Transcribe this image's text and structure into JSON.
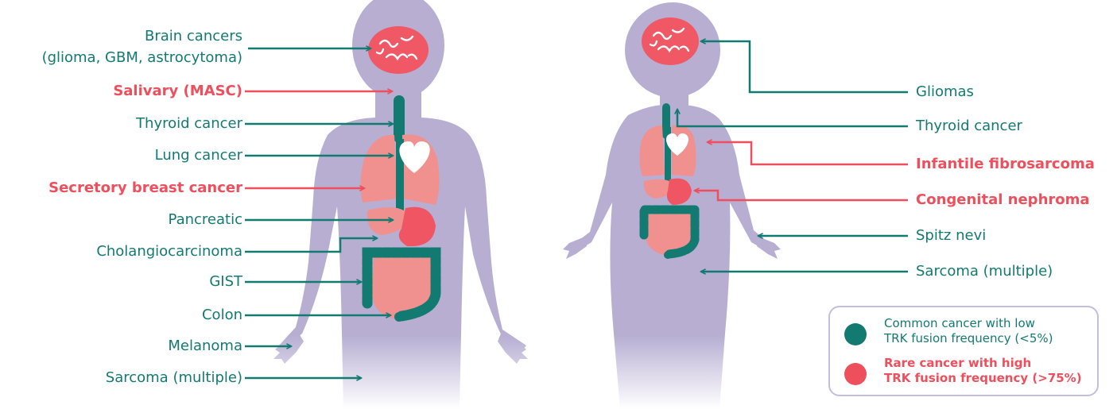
{
  "colors": {
    "common": "#137a72",
    "rare": "#ee4f5c",
    "body": "#b7aed2",
    "organ": "#f0918f",
    "organ_red": "#f05563",
    "legend_border": "#c5bddc"
  },
  "adult_labels": [
    {
      "text": "Brain cancers",
      "type": "common"
    },
    {
      "text": "(glioma, GBM, astrocytoma)",
      "type": "common"
    },
    {
      "text": "Salivary (MASC)",
      "type": "rare"
    },
    {
      "text": "Thyroid cancer",
      "type": "common"
    },
    {
      "text": "Lung cancer",
      "type": "common"
    },
    {
      "text": "Secretory breast cancer",
      "type": "rare"
    },
    {
      "text": "Pancreatic",
      "type": "common"
    },
    {
      "text": "Cholangiocarcinoma",
      "type": "common"
    },
    {
      "text": "GIST",
      "type": "common"
    },
    {
      "text": "Colon",
      "type": "common"
    },
    {
      "text": "Melanoma",
      "type": "common"
    },
    {
      "text": "Sarcoma (multiple)",
      "type": "common"
    }
  ],
  "child_labels": [
    {
      "text": "Gliomas",
      "type": "common"
    },
    {
      "text": "Thyroid cancer",
      "type": "common"
    },
    {
      "text": "Infantile fibrosarcoma",
      "type": "rare"
    },
    {
      "text": "Congenital nephroma",
      "type": "rare"
    },
    {
      "text": "Spitz nevi",
      "type": "common"
    },
    {
      "text": "Sarcoma (multiple)",
      "type": "common"
    }
  ],
  "legend": {
    "common_line1": "Common cancer with low",
    "common_line2": "TRK fusion frequency (<5%)",
    "rare_line1": "Rare cancer with high",
    "rare_line2": "TRK fusion frequency (>75%)"
  }
}
